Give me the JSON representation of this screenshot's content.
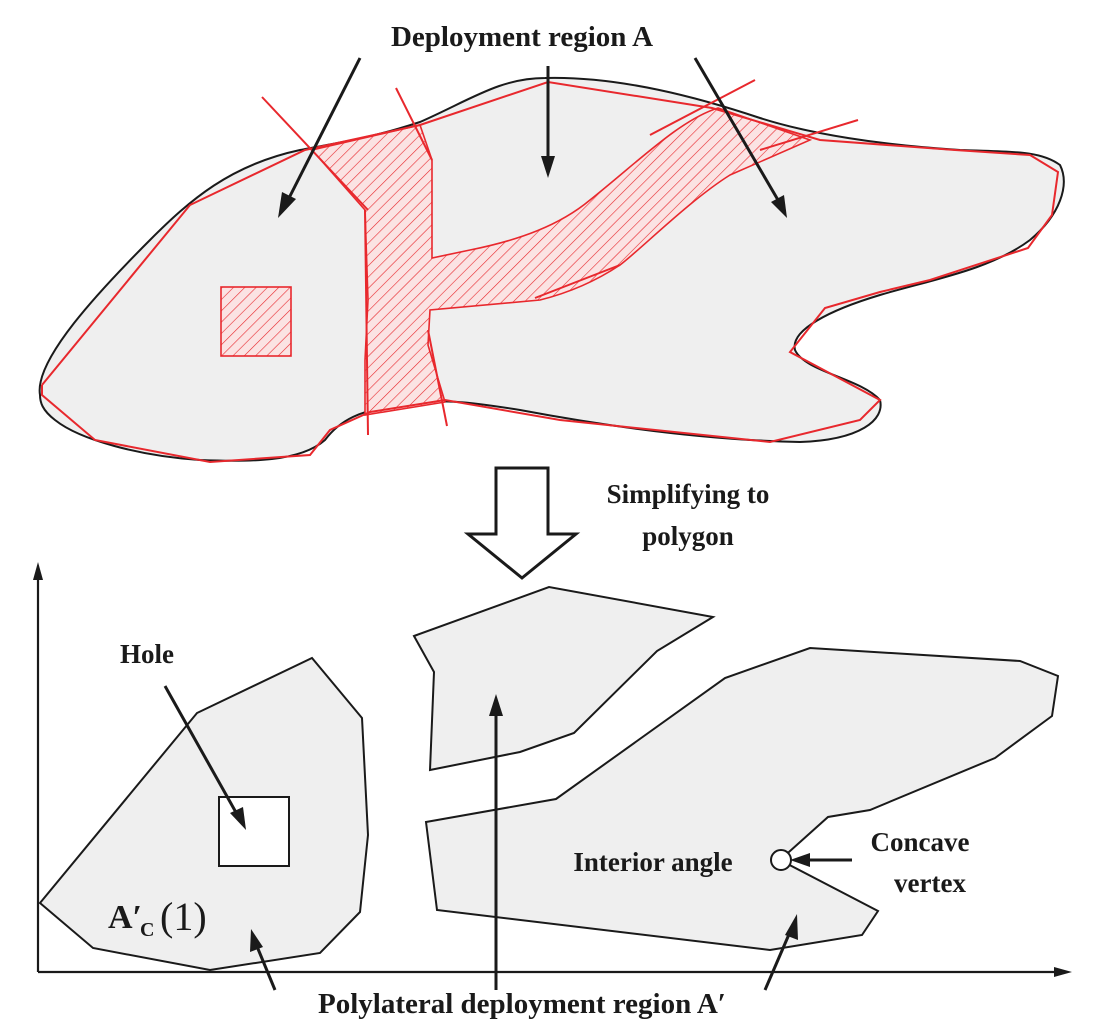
{
  "labels": {
    "deployment_region": "Deployment region A",
    "simplifying_line1": "Simplifying to",
    "simplifying_line2": "polygon",
    "hole": "Hole",
    "interior_angle": "Interior angle",
    "concave_line1": "Concave",
    "concave_line2": "vertex",
    "polylateral": "Polylateral deployment region A′",
    "sub_region_main": "A′",
    "sub_region_sub": "C",
    "sub_region_arg": "(1)"
  },
  "colors": {
    "outline": "#1a1a1a",
    "polygon_red": "#e8282d",
    "region_fill": "#efefef"
  }
}
